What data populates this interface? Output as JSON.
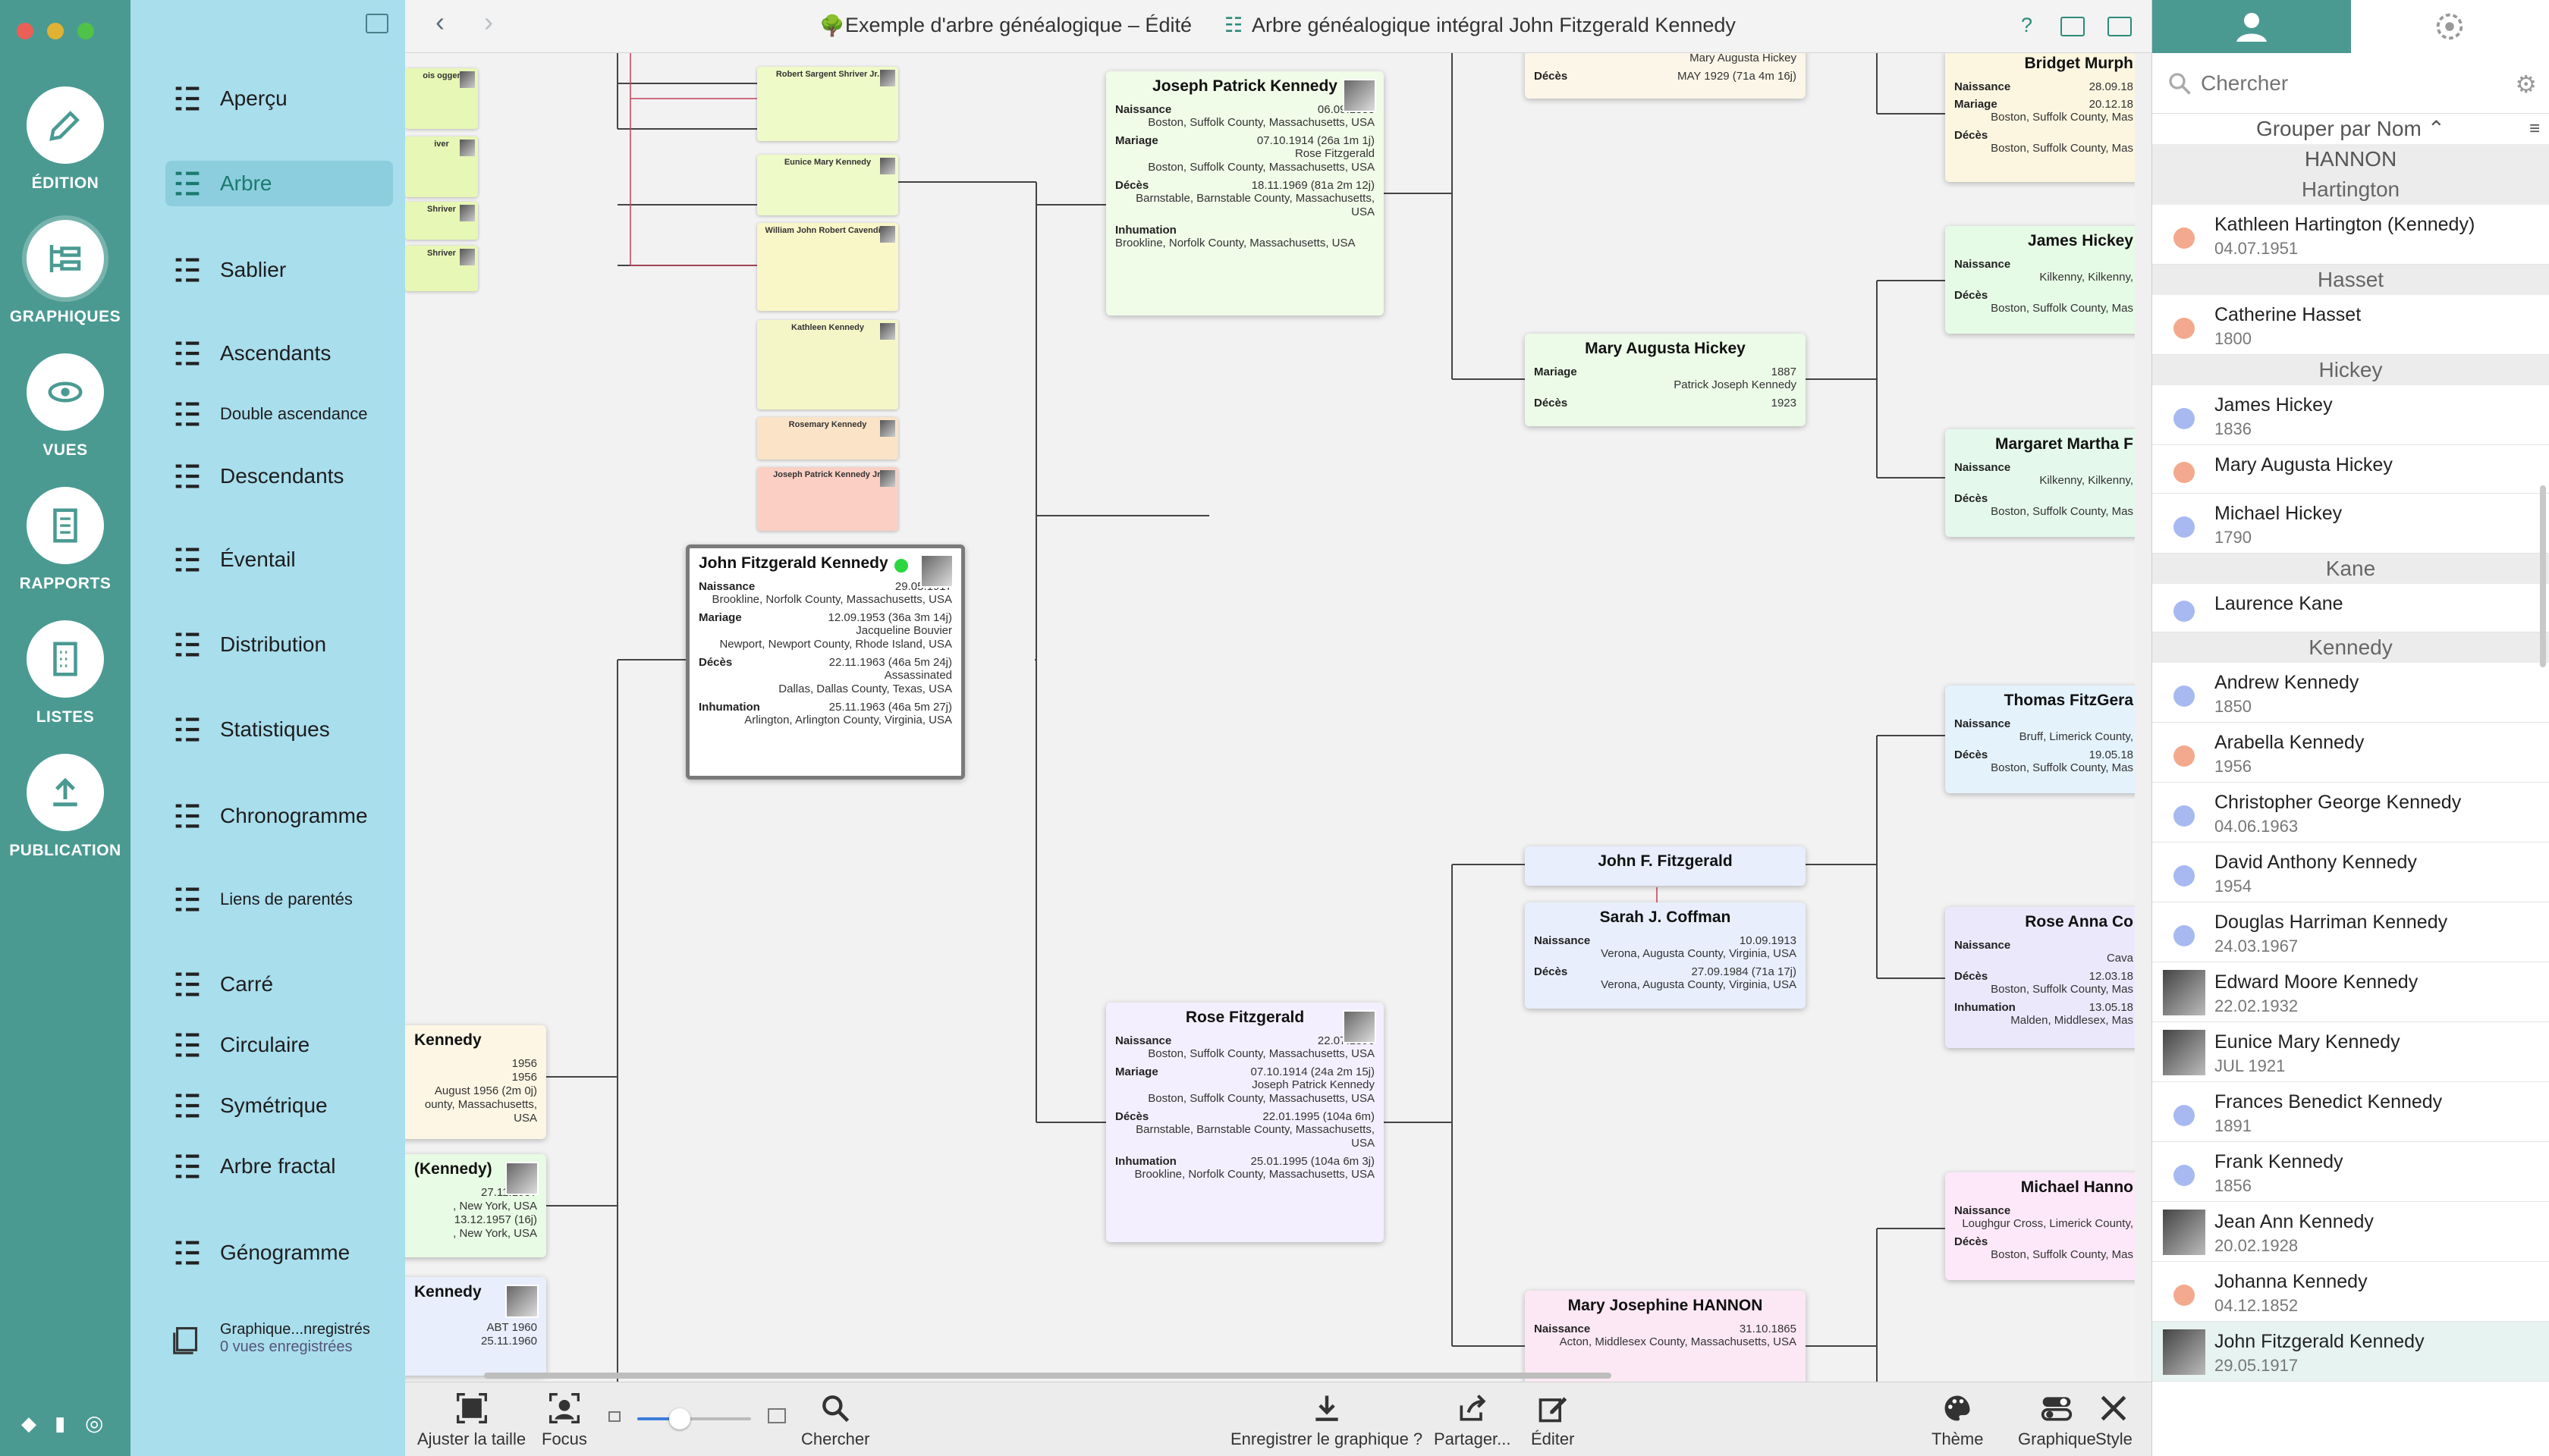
{
  "window": {
    "document_title": "Exemple d'arbre généalogique – Édité",
    "chart_title": "Arbre généalogique intégral John Fitzgerald Kennedy"
  },
  "rail": [
    {
      "label": "ÉDITION",
      "icon": "pencil-icon"
    },
    {
      "label": "GRAPHIQUES",
      "icon": "chart-tree-icon"
    },
    {
      "label": "VUES",
      "icon": "eye-icon"
    },
    {
      "label": "RAPPORTS",
      "icon": "document-icon"
    },
    {
      "label": "LISTES",
      "icon": "list-icon"
    },
    {
      "label": "PUBLICATION",
      "icon": "upload-icon"
    }
  ],
  "sidebar": [
    "Aperçu",
    "Arbre",
    "Sablier",
    "Ascendants",
    "Double ascendance",
    "Descendants",
    "Éventail",
    "Distribution",
    "Statistiques",
    "Chronogramme",
    "Liens de parentés",
    "Carré",
    "Circulaire",
    "Symétrique",
    "Arbre fractal",
    "Génogramme"
  ],
  "saved": {
    "title": "Graphique...nregistrés",
    "count": "0 vues enregistrées"
  },
  "bottombar": {
    "fit": "Ajuster la taille",
    "focus": "Focus",
    "search": "Chercher",
    "save": "Enregistrer le graphique ?",
    "share": "Partager...",
    "edit": "Éditer",
    "theme": "Thème",
    "graph": "Graphique",
    "style": "Style"
  },
  "cards": {
    "jfk": {
      "name": "John Fitzgerald Kennedy",
      "birth_label": "Naissance",
      "birth_date": "29.05.1917",
      "birth_place": "Brookline, Norfolk County, Massachusetts, USA",
      "marriage_label": "Mariage",
      "marriage_date": "12.09.1953 (36a 3m 14j)",
      "marriage_spouse": "Jacqueline Bouvier",
      "marriage_place": "Newport, Newport County, Rhode Island, USA",
      "death_label": "Décès",
      "death_date": "22.11.1963 (46a 5m 24j)",
      "death_cause": "Assassinated",
      "death_place": "Dallas, Dallas County, Texas, USA",
      "burial_label": "Inhumation",
      "burial_date": "25.11.1963 (46a 5m 27j)",
      "burial_place": "Arlington, Arlington County, Virginia, USA"
    },
    "jpk": {
      "name": "Joseph Patrick Kennedy",
      "birth_label": "Naissance",
      "birth_date": "06.09.1888",
      "birth_place": "Boston, Suffolk County, Massachusetts, USA",
      "marriage_label": "Mariage",
      "marriage_date": "07.10.1914 (26a 1m 1j)",
      "marriage_spouse": "Rose Fitzgerald",
      "marriage_place": "Boston, Suffolk County, Massachusetts, USA",
      "death_label": "Décès",
      "death_date": "18.11.1969 (81a 2m 12j)",
      "death_place": "Barnstable, Barnstable County, Massachusetts, USA",
      "burial_label": "Inhumation",
      "burial_place": "Brookline, Norfolk County, Massachusetts, USA"
    },
    "rose": {
      "name": "Rose Fitzgerald",
      "birth_label": "Naissance",
      "birth_date": "22.07.1890",
      "birth_place": "Boston, Suffolk County, Massachusetts, USA",
      "marriage_label": "Mariage",
      "marriage_date": "07.10.1914 (24a 2m 15j)",
      "marriage_spouse": "Joseph Patrick Kennedy",
      "marriage_place": "Boston, Suffolk County, Massachusetts, USA",
      "death_label": "Décès",
      "death_date": "22.01.1995 (104a 6m)",
      "death_place": "Barnstable, Barnstable County, Massachusetts, USA",
      "burial_label": "Inhumation",
      "burial_date": "25.01.1995 (104a 6m 3j)",
      "burial_place": "Brookline, Norfolk County, Massachusetts, USA"
    },
    "mah": {
      "name": "Mary Augusta Hickey",
      "marriage_label": "Mariage",
      "marriage_date": "1887",
      "marriage_spouse": "Patrick Joseph Kennedy",
      "death_label": "Décès",
      "death_date": "1923"
    },
    "top_partial": {
      "death_label": "Décès",
      "death_date": "MAY 1929 (71a 4m 16j)",
      "note": "Mary Augusta Hickey"
    },
    "jff": {
      "name": "John F. Fitzgerald"
    },
    "sjc": {
      "name": "Sarah J. Coffman",
      "birth_label": "Naissance",
      "birth_date": "10.09.1913",
      "birth_place": "Verona, Augusta County, Virginia, USA",
      "death_label": "Décès",
      "death_date": "27.09.1984 (71a 17j)",
      "death_place": "Verona, Augusta County, Virginia, USA"
    },
    "mjh": {
      "name": "Mary Josephine HANNON",
      "birth_label": "Naissance",
      "birth_date": "31.10.1865",
      "birth_place": "Acton, Middlesex County, Massachusetts, USA"
    },
    "bridget": {
      "name": "Bridget Murph",
      "birth_label": "Naissance",
      "birth_date": "28.09.18",
      "marriage_label": "Mariage",
      "marriage_date": "20.12.18",
      "marriage_place": "Boston, Suffolk County, Mas",
      "death_label": "Décès",
      "death_place": "Boston, Suffolk County, Mas"
    },
    "james": {
      "name": "James Hickey",
      "birth_label": "Naissance",
      "birth_place": "Kilkenny, Kilkenny,",
      "death_label": "Décès",
      "death_place": "Boston, Suffolk County, Mas"
    },
    "margaret": {
      "name": "Margaret Martha F",
      "birth_label": "Naissance",
      "birth_place": "Kilkenny, Kilkenny,",
      "death_label": "Décès",
      "death_place": "Boston, Suffolk County, Mas"
    },
    "thomas": {
      "name": "Thomas FitzGera",
      "birth_label": "Naissance",
      "birth_place": "Bruff, Limerick County,",
      "death_label": "Décès",
      "death_date": "19.05.18",
      "death_place": "Boston, Suffolk County, Mas"
    },
    "roseanna": {
      "name": "Rose Anna Co",
      "birth_label": "Naissance",
      "birth_place": "Cava",
      "death_label": "Décès",
      "death_date": "12.03.18",
      "death_place": "Boston, Suffolk County, Mas",
      "burial_label": "Inhumation",
      "burial_date": "13.05.18",
      "burial_place": "Malden, Middlesex, Mas"
    },
    "michael": {
      "name": "Michael Hanno",
      "birth_label": "Naissance",
      "birth_place": "Loughgur Cross, Limerick County,",
      "death_label": "Décès",
      "death_place": "Boston, Suffolk County, Mas"
    },
    "left1": {
      "name": "Kennedy",
      "l1": "1956",
      "l2": "1956",
      "l3": "August 1956 (2m 0j)",
      "l4": "ounty, Massachusetts, USA"
    },
    "left2": {
      "name": "(Kennedy)",
      "l1": "27.11.1957",
      "l2": ", New York, USA",
      "l3": "13.12.1957 (16j)",
      "l4": ", New York, USA"
    },
    "left3": {
      "name": "Kennedy",
      "l1": "ABT 1960",
      "l2": "25.11.1960"
    },
    "minis": [
      "Robert Sargent Shriver Jr.",
      "Eunice Mary Kennedy",
      "William John Robert Cavendish",
      "Kathleen Kennedy",
      "Rosemary Kennedy",
      "Joseph Patrick Kennedy Jr."
    ],
    "left_minis": [
      "ois ogger",
      "iver",
      "Shriver",
      "Shriver"
    ]
  },
  "right": {
    "search_placeholder": "Chercher",
    "group_by": "Grouper par Nom ⌃",
    "top_group": "HANNON",
    "groups": [
      {
        "name": "Hartington",
        "people": [
          {
            "n": "Kathleen Hartington (Kennedy)",
            "d": "04.07.1951",
            "g": "f"
          }
        ]
      },
      {
        "name": "Hasset",
        "people": [
          {
            "n": "Catherine Hasset",
            "d": "1800",
            "g": "f"
          }
        ]
      },
      {
        "name": "Hickey",
        "people": [
          {
            "n": "James Hickey",
            "d": "1836",
            "g": "m"
          },
          {
            "n": "Mary Augusta Hickey",
            "d": "",
            "g": "f"
          },
          {
            "n": "Michael Hickey",
            "d": "1790",
            "g": "m"
          }
        ]
      },
      {
        "name": "Kane",
        "people": [
          {
            "n": "Laurence Kane",
            "d": "",
            "g": "m"
          }
        ]
      },
      {
        "name": "Kennedy",
        "people": [
          {
            "n": "Andrew Kennedy",
            "d": "1850",
            "g": "m"
          },
          {
            "n": "Arabella Kennedy",
            "d": "1956",
            "g": "f"
          },
          {
            "n": "Christopher George Kennedy",
            "d": "04.06.1963",
            "g": "m"
          },
          {
            "n": "David Anthony Kennedy",
            "d": "1954",
            "g": "m"
          },
          {
            "n": "Douglas Harriman Kennedy",
            "d": "24.03.1967",
            "g": "m"
          },
          {
            "n": "Edward Moore Kennedy",
            "d": "22.02.1932",
            "g": "p"
          },
          {
            "n": "Eunice Mary Kennedy",
            "d": "JUL 1921",
            "g": "p"
          },
          {
            "n": "Frances Benedict Kennedy",
            "d": "1891",
            "g": "m"
          },
          {
            "n": "Frank Kennedy",
            "d": "1856",
            "g": "m"
          },
          {
            "n": "Jean Ann Kennedy",
            "d": "20.02.1928",
            "g": "p"
          },
          {
            "n": "Johanna Kennedy",
            "d": "04.12.1852",
            "g": "f"
          },
          {
            "n": "John Fitzgerald Kennedy",
            "d": "29.05.1917",
            "g": "p"
          }
        ]
      }
    ]
  },
  "colors": {
    "rail": "#4a9a92",
    "sidebar": "#a9deec",
    "male": "#a7b9f0",
    "female": "#f3a98d",
    "line": "#444444",
    "couple_line": "#c0405a"
  }
}
